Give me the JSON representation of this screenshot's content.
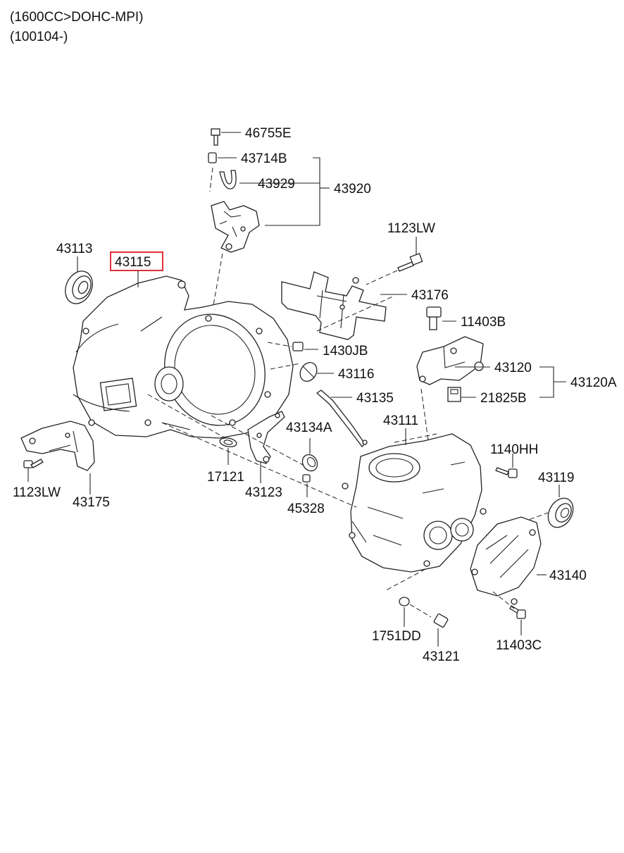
{
  "header": {
    "line1": "(1600CC>DOHC-MPI)",
    "line2": "(100104-)"
  },
  "highlight_color": "#e0303a",
  "labels": {
    "p46755E": "46755E",
    "p43714B": "43714B",
    "p43929": "43929",
    "p43920": "43920",
    "p1123LW_top": "1123LW",
    "p43113": "43113",
    "p43115": "43115",
    "p43176": "43176",
    "p11403B": "11403B",
    "p1430JB": "1430JB",
    "p43116": "43116",
    "p43120": "43120",
    "p43120A": "43120A",
    "p21825B": "21825B",
    "p43135": "43135",
    "p43111": "43111",
    "p43134A": "43134A",
    "p1140HH": "1140HH",
    "p43119": "43119",
    "p17121": "17121",
    "p43123": "43123",
    "p1123LW_left": "1123LW",
    "p43175": "43175",
    "p45328": "45328",
    "p43140": "43140",
    "p1751DD": "1751DD",
    "p43121": "43121",
    "p11403C": "11403C"
  }
}
